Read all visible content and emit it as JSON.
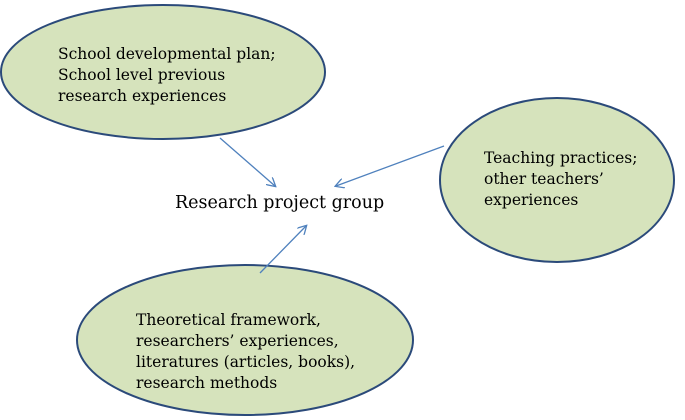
{
  "colors": {
    "bubble_fill": "#d6e3bc",
    "bubble_stroke": "#2b4a7a",
    "arrow": "#4f81bd",
    "text": "#000000"
  },
  "center": {
    "label": "Research project group"
  },
  "nodes": {
    "school": {
      "lines": [
        "School developmental plan;",
        "School level previous",
        "research experiences"
      ]
    },
    "teaching": {
      "lines": [
        "Teaching practices;",
        "other teachers’",
        "experiences"
      ]
    },
    "theory": {
      "lines": [
        "Theoretical framework,",
        "researchers’ experiences,",
        "literatures (articles, books),",
        "research methods"
      ]
    }
  }
}
